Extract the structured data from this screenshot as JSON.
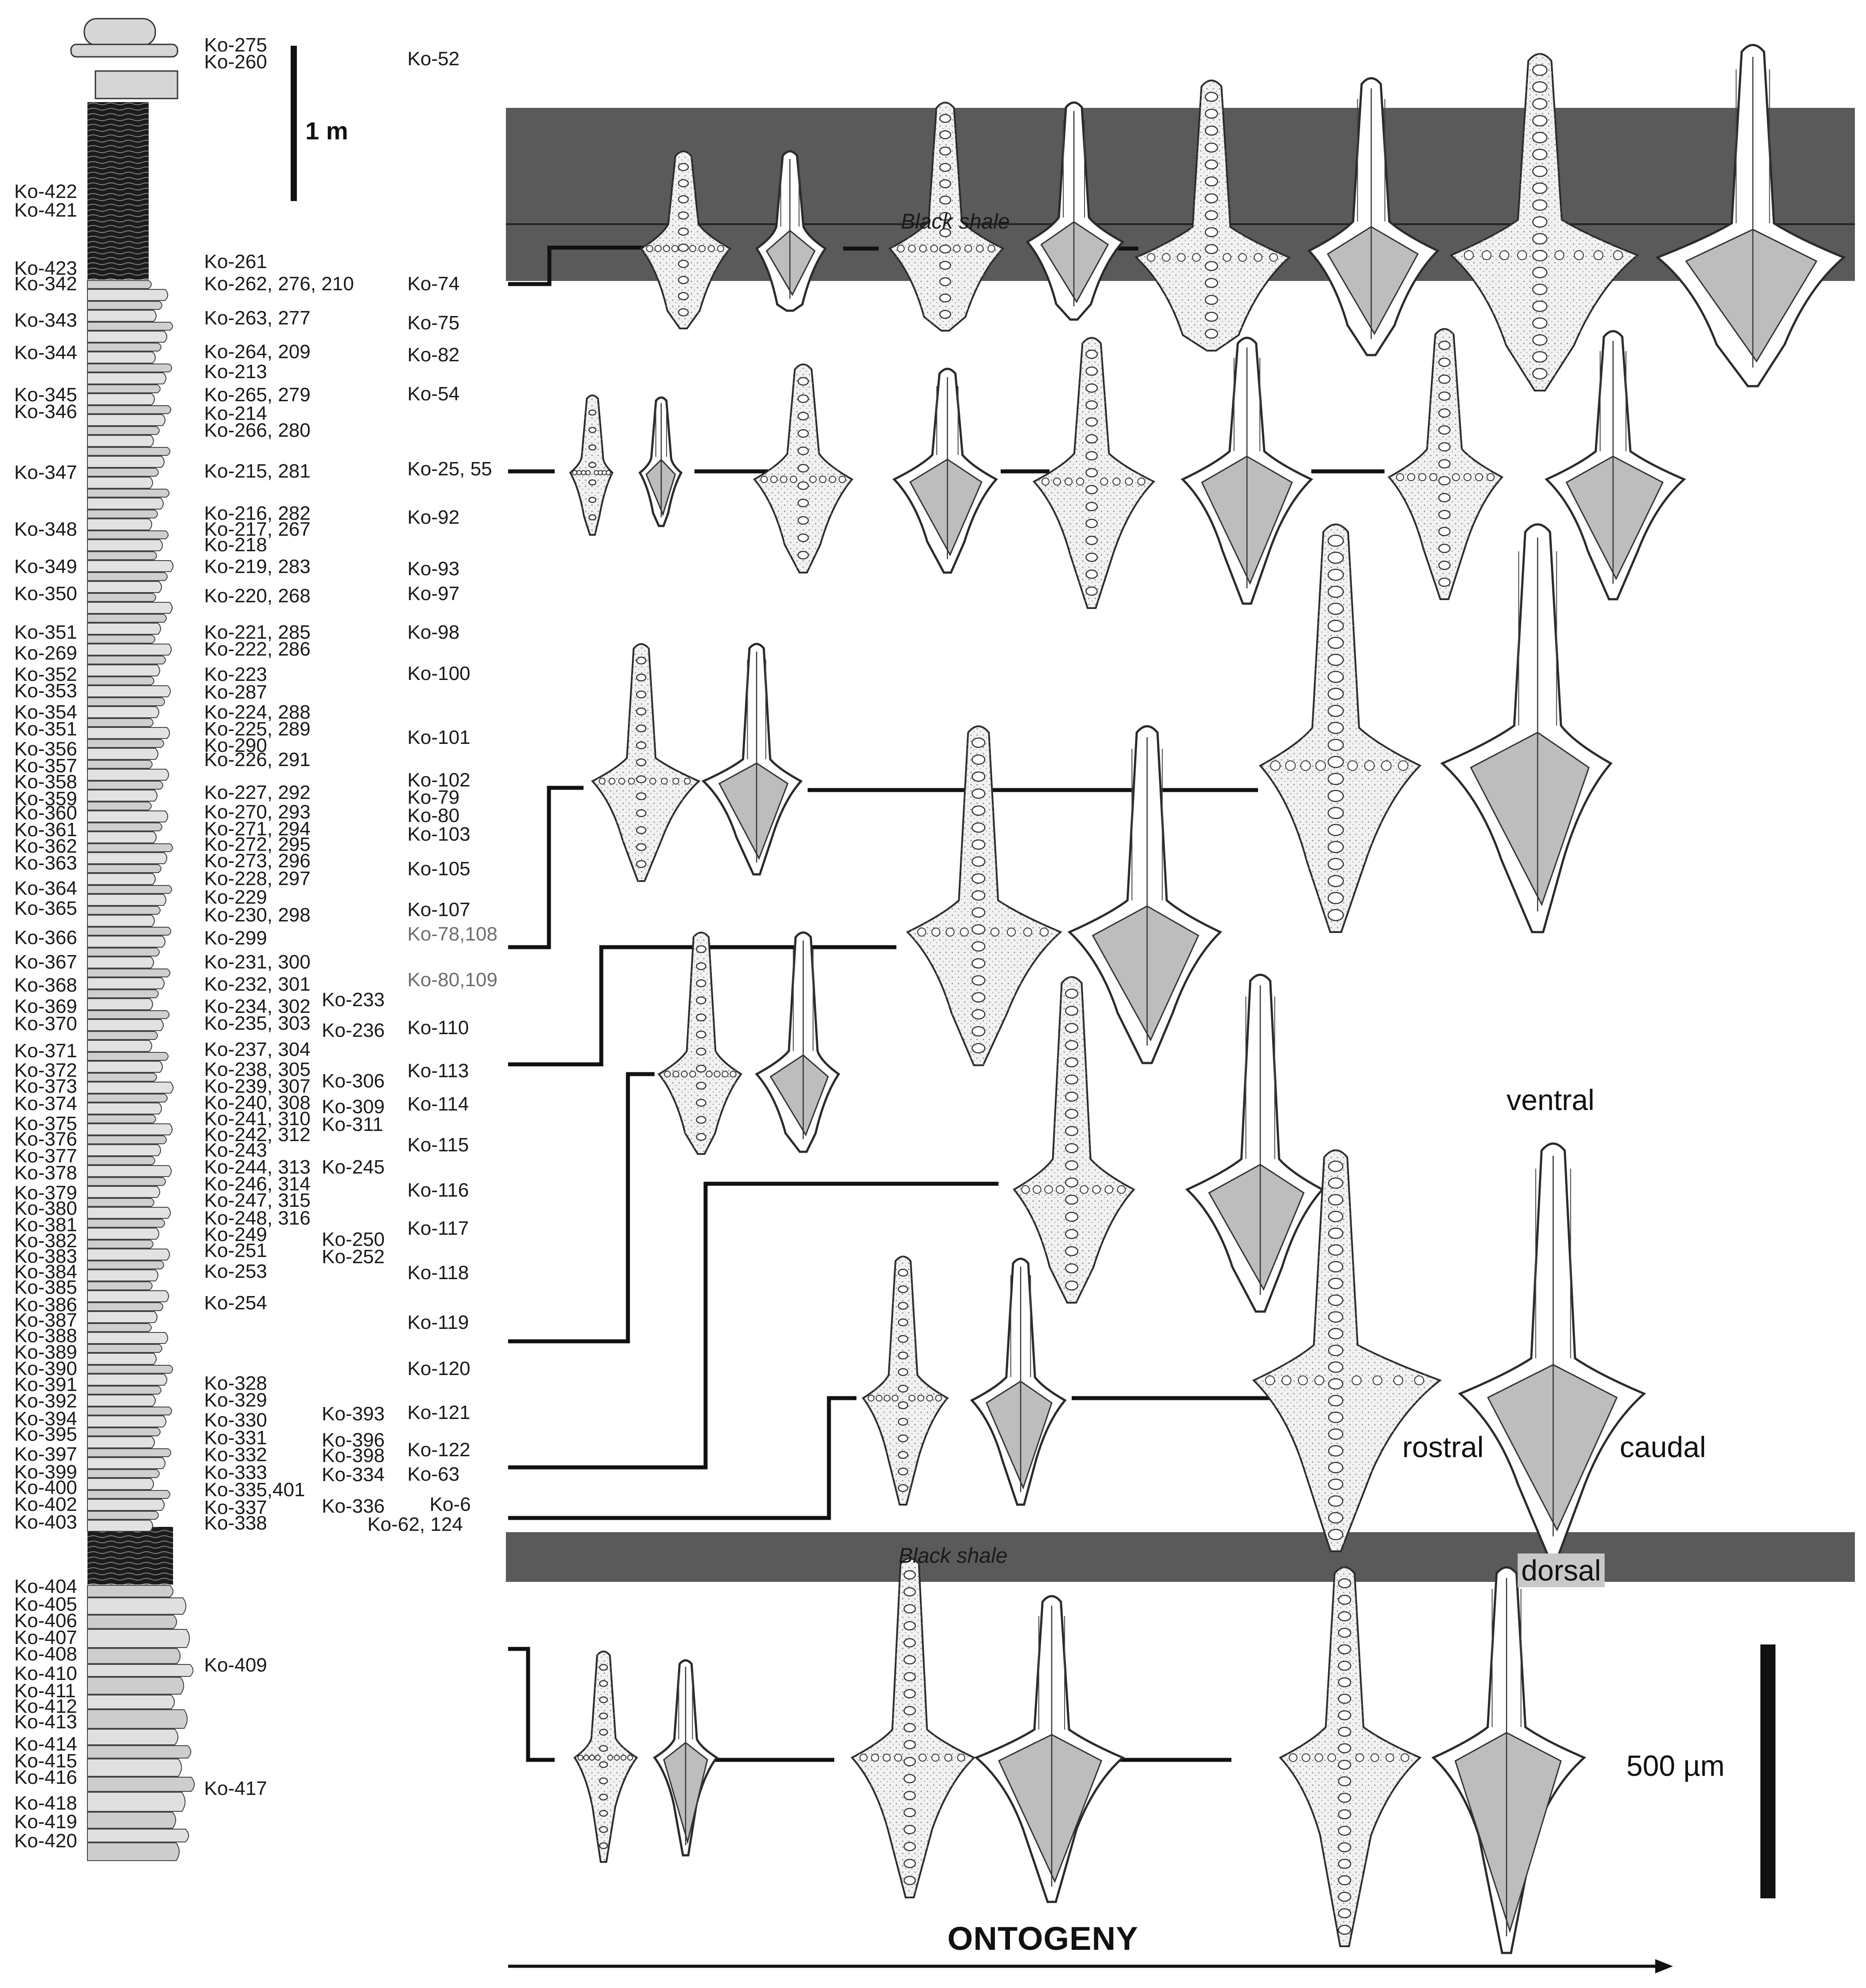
{
  "column_left_labels": [
    "Ko-422",
    "Ko-421",
    "Ko-423",
    "Ko-342",
    "Ko-343",
    "Ko-344",
    "Ko-345",
    "Ko-346",
    "Ko-347",
    "Ko-348",
    "Ko-349",
    "Ko-350",
    "Ko-351",
    "Ko-269",
    "Ko-352",
    "Ko-353",
    "Ko-354",
    "Ko-351",
    "Ko-356",
    "Ko-357",
    "Ko-358",
    "Ko-359",
    "Ko-360",
    "Ko-361",
    "Ko-362",
    "Ko-363",
    "Ko-364",
    "Ko-365",
    "Ko-366",
    "Ko-367",
    "Ko-368",
    "Ko-369",
    "Ko-370",
    "Ko-371",
    "Ko-372",
    "Ko-373",
    "Ko-374",
    "Ko-375",
    "Ko-376",
    "Ko-377",
    "Ko-378",
    "Ko-379",
    "Ko-380",
    "Ko-381",
    "Ko-382",
    "Ko-383",
    "Ko-384",
    "Ko-385",
    "Ko-386",
    "Ko-387",
    "Ko-388",
    "Ko-389",
    "Ko-390",
    "Ko-391",
    "Ko-392",
    "Ko-394",
    "Ko-395",
    "Ko-397",
    "Ko-399",
    "Ko-400",
    "Ko-402",
    "Ko-403",
    "Ko-404",
    "Ko-405",
    "Ko-406",
    "Ko-407",
    "Ko-408",
    "Ko-410",
    "Ko-411",
    "Ko-412",
    "Ko-413",
    "Ko-414",
    "Ko-415",
    "Ko-416",
    "Ko-418",
    "Ko-419",
    "Ko-420"
  ],
  "column_right_labels": [
    "Ko-275",
    "Ko-260",
    "Ko-261",
    "Ko-262, 276, 210",
    "Ko-263, 277",
    "Ko-264, 209",
    "Ko-213",
    "Ko-265, 279",
    "Ko-214",
    "Ko-266, 280",
    "Ko-215, 281",
    "Ko-216, 282",
    "Ko-217, 267",
    "Ko-218",
    "Ko-219, 283",
    "Ko-220, 268",
    "Ko-221, 285",
    "Ko-222, 286",
    "Ko-223",
    "Ko-287",
    "Ko-224, 288",
    "Ko-225, 289",
    "Ko-290",
    "Ko-226, 291",
    "Ko-227, 292",
    "Ko-270, 293",
    "Ko-271, 294",
    "Ko-272, 295",
    "Ko-273, 296",
    "Ko-228, 297",
    "Ko-229",
    "Ko-230, 298",
    "Ko-299",
    "Ko-231, 300",
    "Ko-232, 301",
    "Ko-234, 302",
    "Ko-235, 303",
    "Ko-237, 304",
    "Ko-238, 305",
    "Ko-239, 307",
    "Ko-240, 308",
    "Ko-241, 310",
    "Ko-242, 312",
    "Ko-243",
    "Ko-244, 313",
    "Ko-246, 314",
    "Ko-247, 315",
    "Ko-248, 316",
    "Ko-249",
    "Ko-251",
    "Ko-253",
    "Ko-254",
    "Ko-328",
    "Ko-329",
    "Ko-330",
    "Ko-331",
    "Ko-332",
    "Ko-333",
    "Ko-335,401",
    "Ko-337",
    "Ko-338",
    "Ko-409",
    "Ko-417"
  ],
  "column_third_labels": [
    "Ko-233",
    "Ko-236",
    "Ko-306",
    "Ko-309",
    "Ko-311",
    "Ko-245",
    "Ko-250",
    "Ko-252",
    "Ko-393",
    "Ko-396",
    "Ko-398",
    "Ko-334",
    "Ko-336"
  ],
  "sample_labels": [
    "Ko-52",
    "Ko-74",
    "Ko-75",
    "Ko-82",
    "Ko-54",
    "Ko-25, 55",
    "Ko-92",
    "Ko-93",
    "Ko-97",
    "Ko-98",
    "Ko-100",
    "Ko-101",
    "Ko-102",
    "Ko-79",
    "Ko-80",
    "Ko-103",
    "Ko-105",
    "Ko-107",
    "Ko-78,108",
    "Ko-80,109",
    "Ko-110",
    "Ko-113",
    "Ko-114",
    "Ko-115",
    "Ko-116",
    "Ko-117",
    "Ko-118",
    "Ko-119",
    "Ko-120",
    "Ko-121",
    "Ko-122",
    "Ko-63",
    "Ko-6",
    "Ko-62, 124"
  ],
  "scale_bar_column": "1 m",
  "shale_label_top": "Black shale",
  "shale_label_bottom": "Black shale",
  "orientation": {
    "ventral": "ventral",
    "rostral": "rostral",
    "caudal": "caudal",
    "dorsal": "dorsal"
  },
  "scale_bar_specimen": "500 µm",
  "axis_label": "ONTOGENY",
  "colors": {
    "shale": "#5a5a5a",
    "specimen_outline": "#2b2b2b",
    "specimen_fill": "#efefef",
    "cavity": "#bdbdbd",
    "bed": "#d9d9d9"
  }
}
